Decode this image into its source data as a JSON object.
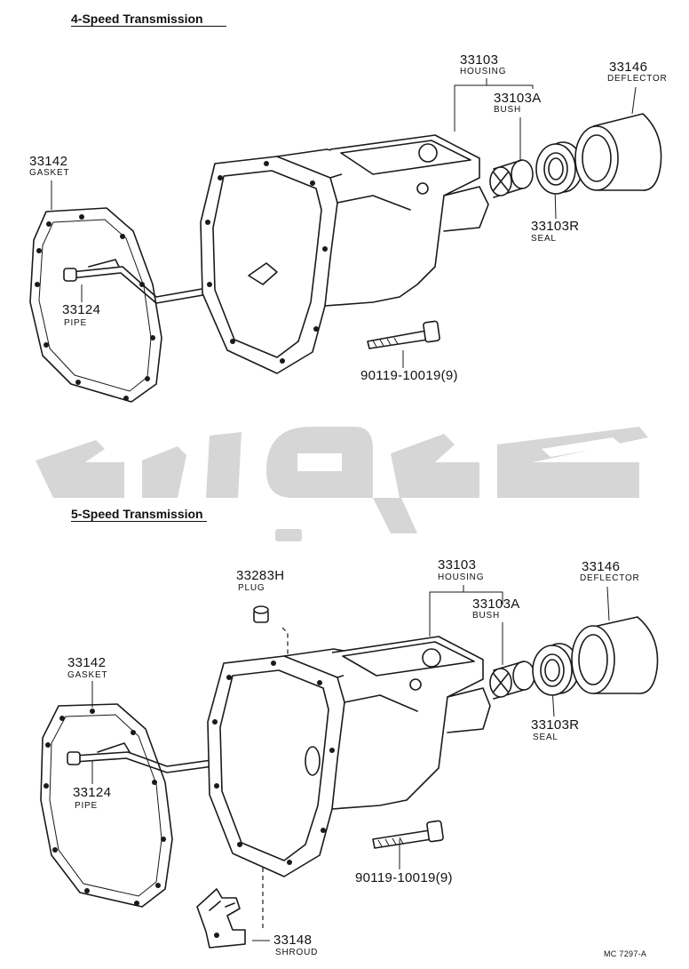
{
  "sections": [
    {
      "title": "4-Speed Transmission",
      "parts": {
        "housing": {
          "number": "33103",
          "name": "HOUSING"
        },
        "bush": {
          "number": "33103A",
          "name": "BUSH"
        },
        "deflector": {
          "number": "33146",
          "name": "DEFLECTOR"
        },
        "gasket": {
          "number": "33142",
          "name": "GASKET"
        },
        "seal": {
          "number": "33103R",
          "name": "SEAL"
        },
        "pipe": {
          "number": "33124",
          "name": "PIPE"
        },
        "bolt": {
          "number": "90119-10019(9)"
        }
      }
    },
    {
      "title": "5-Speed Transmission",
      "parts": {
        "plug": {
          "number": "33283H",
          "name": "PLUG"
        },
        "housing": {
          "number": "33103",
          "name": "HOUSING"
        },
        "bush": {
          "number": "33103A",
          "name": "BUSH"
        },
        "deflector": {
          "number": "33146",
          "name": "DEFLECTOR"
        },
        "gasket": {
          "number": "33142",
          "name": "GASKET"
        },
        "seal": {
          "number": "33103R",
          "name": "SEAL"
        },
        "pipe": {
          "number": "33124",
          "name": "PIPE"
        },
        "bolt": {
          "number": "90119-10019(9)"
        },
        "shroud": {
          "number": "33148",
          "name": "SHROUD"
        }
      }
    }
  ],
  "figure_code": "MC 7297-A",
  "colors": {
    "line": "#1a1a1a",
    "watermark": "#d6d6d6",
    "paper": "#ffffff"
  }
}
